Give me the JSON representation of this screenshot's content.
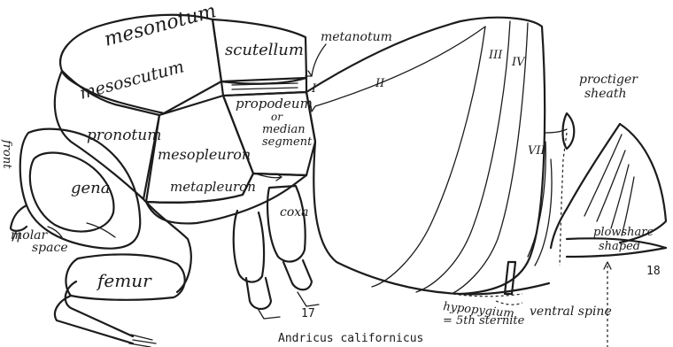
{
  "caption": "Andricus californicus",
  "figure_numbers": {
    "left": "17",
    "right": "18"
  },
  "labels": {
    "mesonotum": "mesonotum",
    "mesoscutum": "mesoscutum",
    "scutellum": "scutellum",
    "metanotum": "metanotum",
    "pronotum": "pronotum",
    "propodeum": "propodeum",
    "or": "or",
    "median": "median",
    "segment": "segment",
    "mesopleuron": "mesopleuron",
    "metapleuron": "metapleuron",
    "front": "front",
    "gena": "gena",
    "molar": "molar",
    "space": "space",
    "coxa": "coxa",
    "femur": "femur",
    "proctiger": "proctiger",
    "sheath": "sheath",
    "hypopygium": "hypopygium",
    "fifth_sternite": "= 5th sternite",
    "ventral_spine": "ventral spine",
    "plowshare": "plowshare",
    "shaped": "shaped"
  },
  "segment_numerals": {
    "I": "I",
    "II": "II",
    "III": "III",
    "IV": "IV",
    "VII": "VII"
  }
}
